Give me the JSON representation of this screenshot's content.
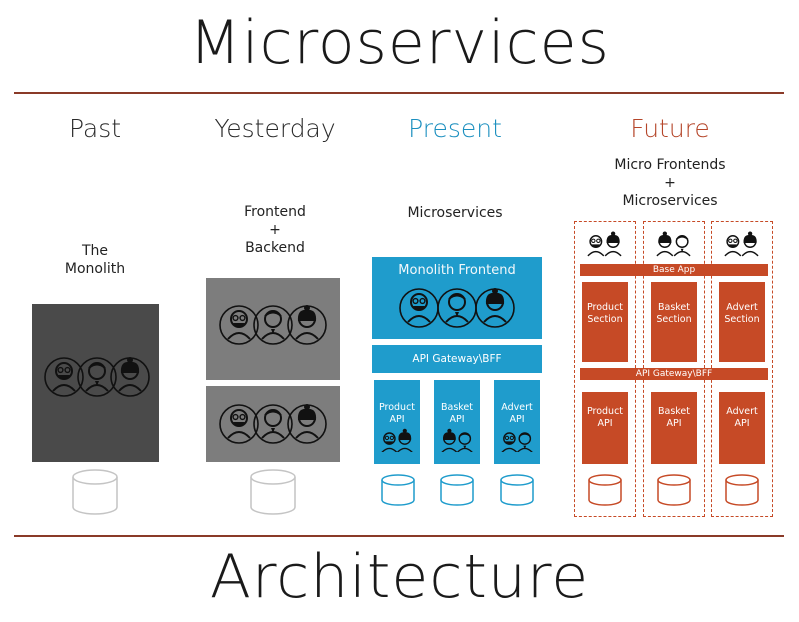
{
  "title_top": "Microservices",
  "title_bottom": "Architecture",
  "colors": {
    "rule": "#8a3a28",
    "past_fill": "#4a4a4a",
    "yesterday_fill": "#7d7d7d",
    "present_fill": "#1f9ccc",
    "future_fill": "#c64a26",
    "present_text": "#1b8fbf",
    "future_text": "#b5462a",
    "db_gray": "#c4c4c4"
  },
  "columns": {
    "past": {
      "heading": "Past",
      "subtitle_line1": "The",
      "subtitle_line2": "Monolith"
    },
    "yesterday": {
      "heading": "Yesterday",
      "subtitle_line1": "Frontend",
      "subtitle_line2": "+",
      "subtitle_line3": "Backend"
    },
    "present": {
      "heading": "Present",
      "subtitle": "Microservices",
      "frontend_label": "Monolith Frontend",
      "gateway_label": "API Gateway\\BFF",
      "apis": [
        {
          "line1": "Product",
          "line2": "API"
        },
        {
          "line1": "Basket",
          "line2": "API"
        },
        {
          "line1": "Advert",
          "line2": "API"
        }
      ]
    },
    "future": {
      "heading": "Future",
      "subtitle_line1": "Micro Frontends",
      "subtitle_line2": "+",
      "subtitle_line3": "Microservices",
      "base_app_label": "Base App",
      "gateway_label": "API Gateway\\BFF",
      "sections": [
        {
          "line1": "Product",
          "line2": "Section"
        },
        {
          "line1": "Basket",
          "line2": "Section"
        },
        {
          "line1": "Advert",
          "line2": "Section"
        }
      ],
      "apis": [
        {
          "line1": "Product",
          "line2": "API"
        },
        {
          "line1": "Basket",
          "line2": "API"
        },
        {
          "line1": "Advert",
          "line2": "API"
        }
      ]
    }
  }
}
